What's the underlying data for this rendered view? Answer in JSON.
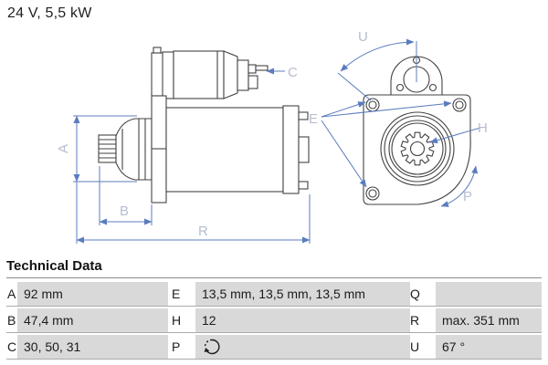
{
  "header": {
    "title": "24 V, 5,5 kW"
  },
  "diagram": {
    "description": "starter-motor-two-view-technical-drawing",
    "labels": {
      "A": "A",
      "B": "B",
      "C": "C",
      "R": "R",
      "E": "E",
      "H": "H",
      "U": "U",
      "P": "P"
    },
    "colors": {
      "drawing_line": "#434343",
      "dimension_line": "#5b7cbe",
      "dimension_label": "#b6bdce"
    }
  },
  "table": {
    "title": "Technical Data",
    "rows": [
      [
        {
          "key": "A",
          "value": "92 mm"
        },
        {
          "key": "E",
          "value": "13,5 mm, 13,5 mm, 13,5 mm"
        },
        {
          "key": "Q",
          "value": ""
        }
      ],
      [
        {
          "key": "B",
          "value": "47,4 mm"
        },
        {
          "key": "H",
          "value": "12"
        },
        {
          "key": "R",
          "value": "max. 351 mm"
        }
      ],
      [
        {
          "key": "C",
          "value": "30, 50, 31"
        },
        {
          "key": "P",
          "value": "",
          "icon": "rotation-direction-icon"
        },
        {
          "key": "U",
          "value": "67 °"
        }
      ]
    ]
  }
}
